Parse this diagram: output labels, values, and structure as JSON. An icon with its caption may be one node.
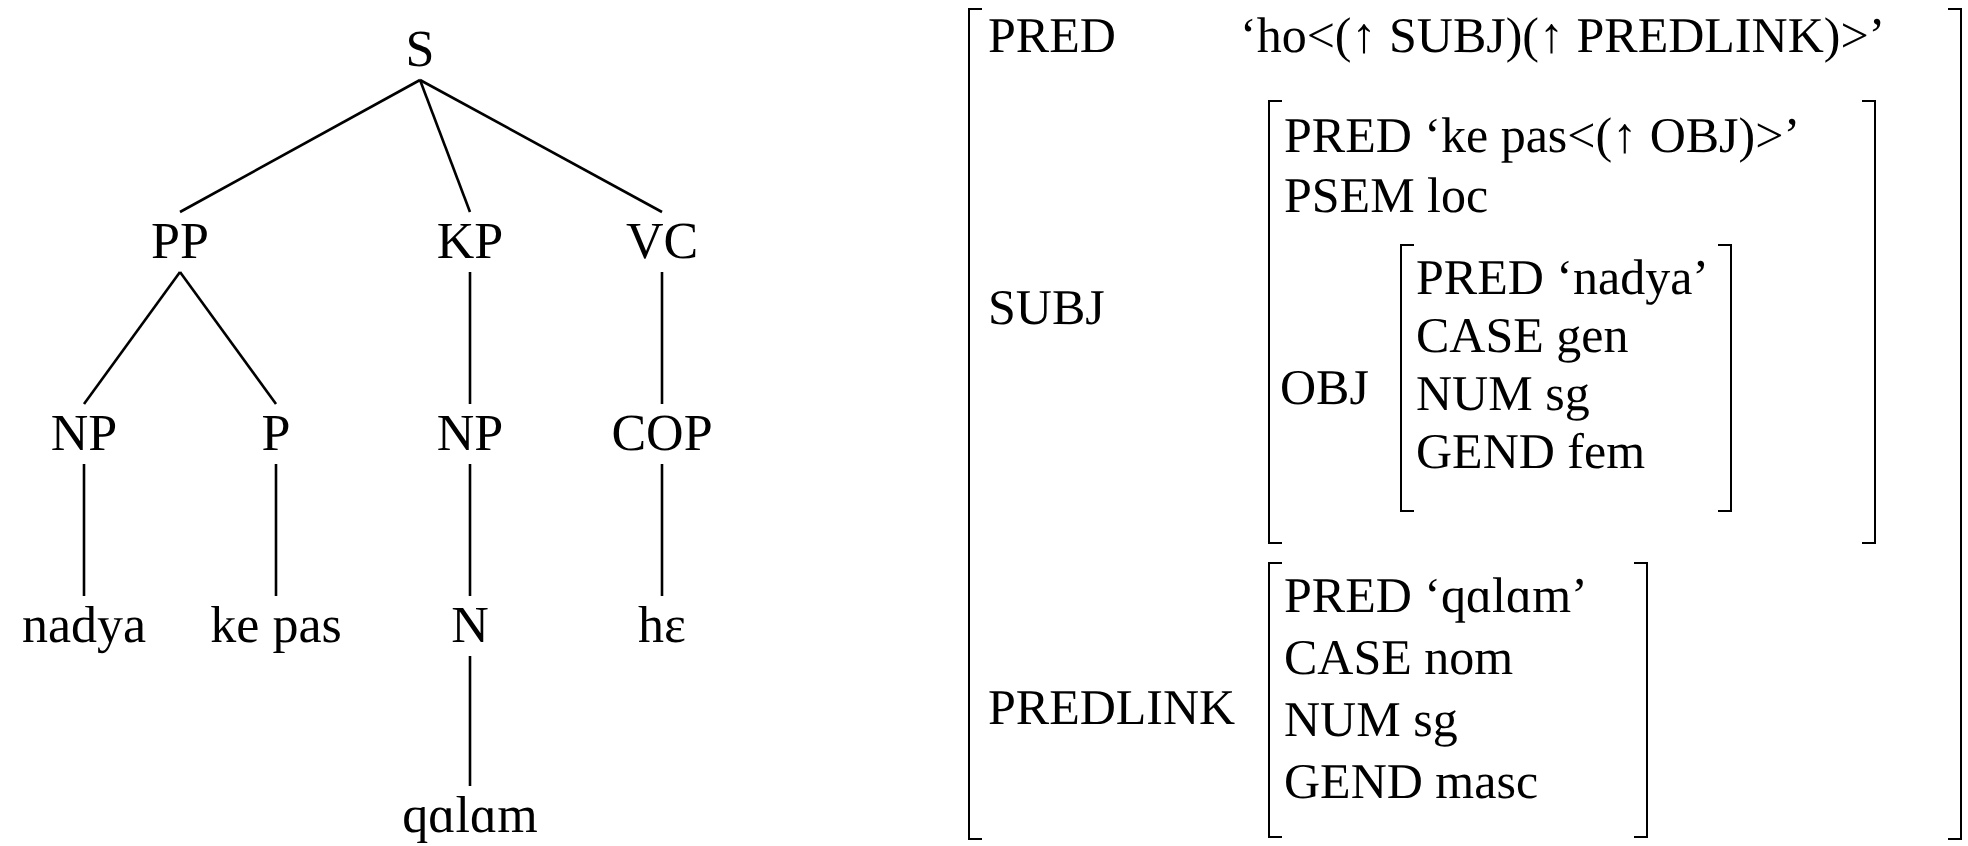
{
  "diagram": {
    "nodes": [
      {
        "text": [
          "S"
        ]
      },
      {
        "text": [
          "PP"
        ]
      },
      {
        "text": [
          "KP"
        ]
      },
      {
        "text": [
          "VC"
        ]
      },
      {
        "text": [
          "NP"
        ]
      },
      {
        "text": [
          "P"
        ]
      },
      {
        "text": [
          "NP"
        ]
      },
      {
        "text": [
          "COP"
        ]
      },
      {
        "text": [
          "nadya"
        ]
      },
      {
        "text": [
          "ke pas"
        ]
      },
      {
        "text": [
          "N"
        ]
      },
      {
        "text": [
          "hɛ"
        ]
      },
      {
        "text": [
          "qɑlɑm"
        ]
      },
      {
        "text": [
          "PRED",
          "‘ho<(↑ SUBJ)(↑ PREDLINK)>’",
          "SUBJ",
          "PREDLINK"
        ]
      },
      {
        "text": [
          "PRED ‘ke pas<(↑ OBJ)>’",
          "PSEM loc",
          "OBJ"
        ],
        "in": 13
      },
      {
        "text": [
          "PRED ‘nadya’",
          "CASE gen",
          "NUM sg",
          "GEND fem"
        ],
        "in": 14
      },
      {
        "text": [
          "PRED ‘qɑlɑm’",
          "CASE nom",
          "NUM sg",
          "GEND masc"
        ],
        "in": 13
      }
    ],
    "edges": [
      {
        "from": 0,
        "to": 1,
        "arrow": "none"
      },
      {
        "from": 0,
        "to": 2,
        "arrow": "none"
      },
      {
        "from": 0,
        "to": 3,
        "arrow": "none"
      },
      {
        "from": 1,
        "to": 4,
        "arrow": "none"
      },
      {
        "from": 1,
        "to": 5,
        "arrow": "none"
      },
      {
        "from": 2,
        "to": 6,
        "arrow": "none"
      },
      {
        "from": 3,
        "to": 7,
        "arrow": "none"
      },
      {
        "from": 4,
        "to": 8,
        "arrow": "none"
      },
      {
        "from": 5,
        "to": 9,
        "arrow": "none"
      },
      {
        "from": 6,
        "to": 10,
        "arrow": "none"
      },
      {
        "from": 7,
        "to": 11,
        "arrow": "none"
      },
      {
        "from": 10,
        "to": 12,
        "arrow": "none"
      }
    ]
  }
}
